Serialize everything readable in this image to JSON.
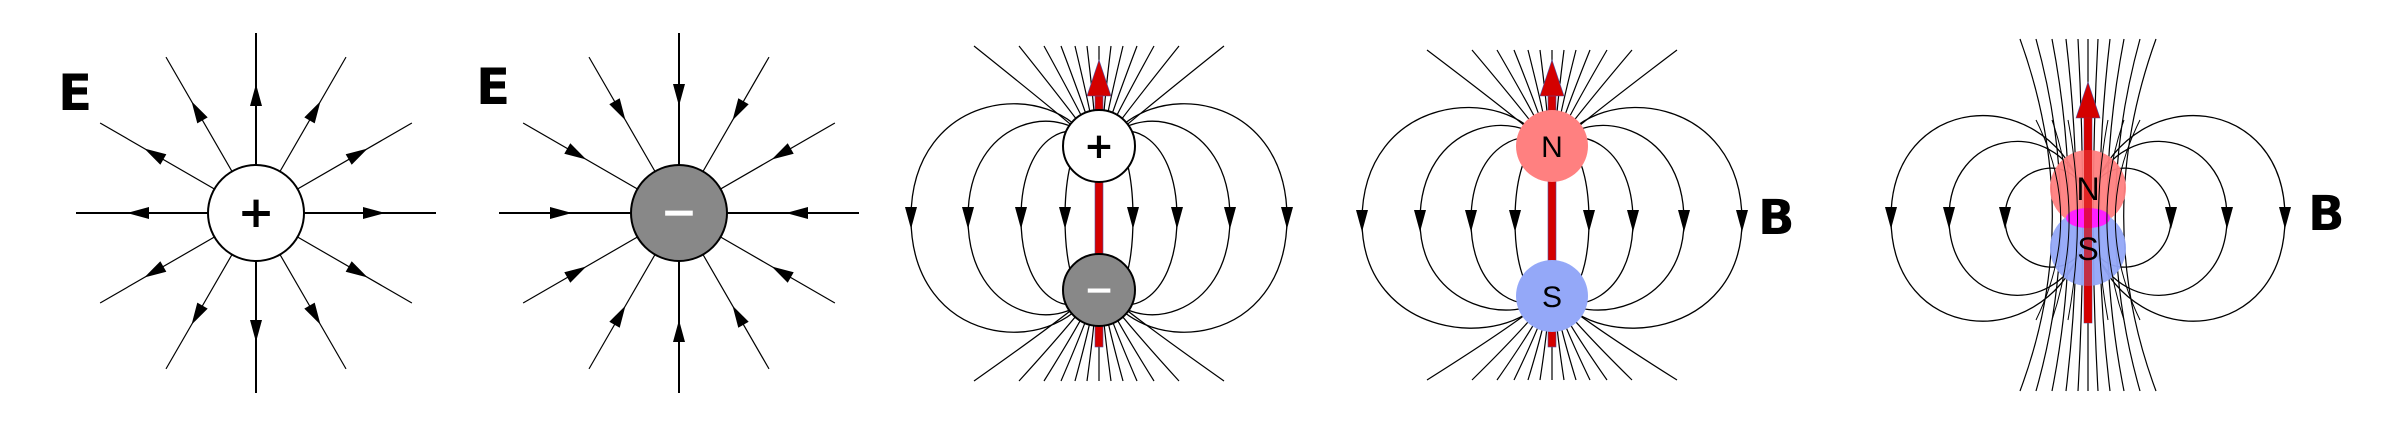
{
  "panels": {
    "positive_charge": {
      "field_label": "E",
      "charge_symbol": "+",
      "fill": "#ffffff",
      "direction": "outward"
    },
    "negative_charge": {
      "field_label": "E",
      "charge_symbol": "−",
      "fill": "#888888",
      "direction": "inward"
    },
    "electric_dipole": {
      "top_symbol": "+",
      "bottom_symbol": "−",
      "top_fill": "#ffffff",
      "bottom_fill": "#888888"
    },
    "magnetic_dipole": {
      "field_label": "B",
      "north_label": "N",
      "south_label": "S"
    },
    "overlapping_dipole": {
      "field_label": "B",
      "north_label": "N",
      "south_label": "S"
    }
  },
  "colors": {
    "north": "#ff8080",
    "south": "#94a8f8",
    "overlap": "#ff20ff",
    "moment_arrow": "#d40000",
    "field_line": "#000000",
    "negative_charge": "#888888"
  }
}
